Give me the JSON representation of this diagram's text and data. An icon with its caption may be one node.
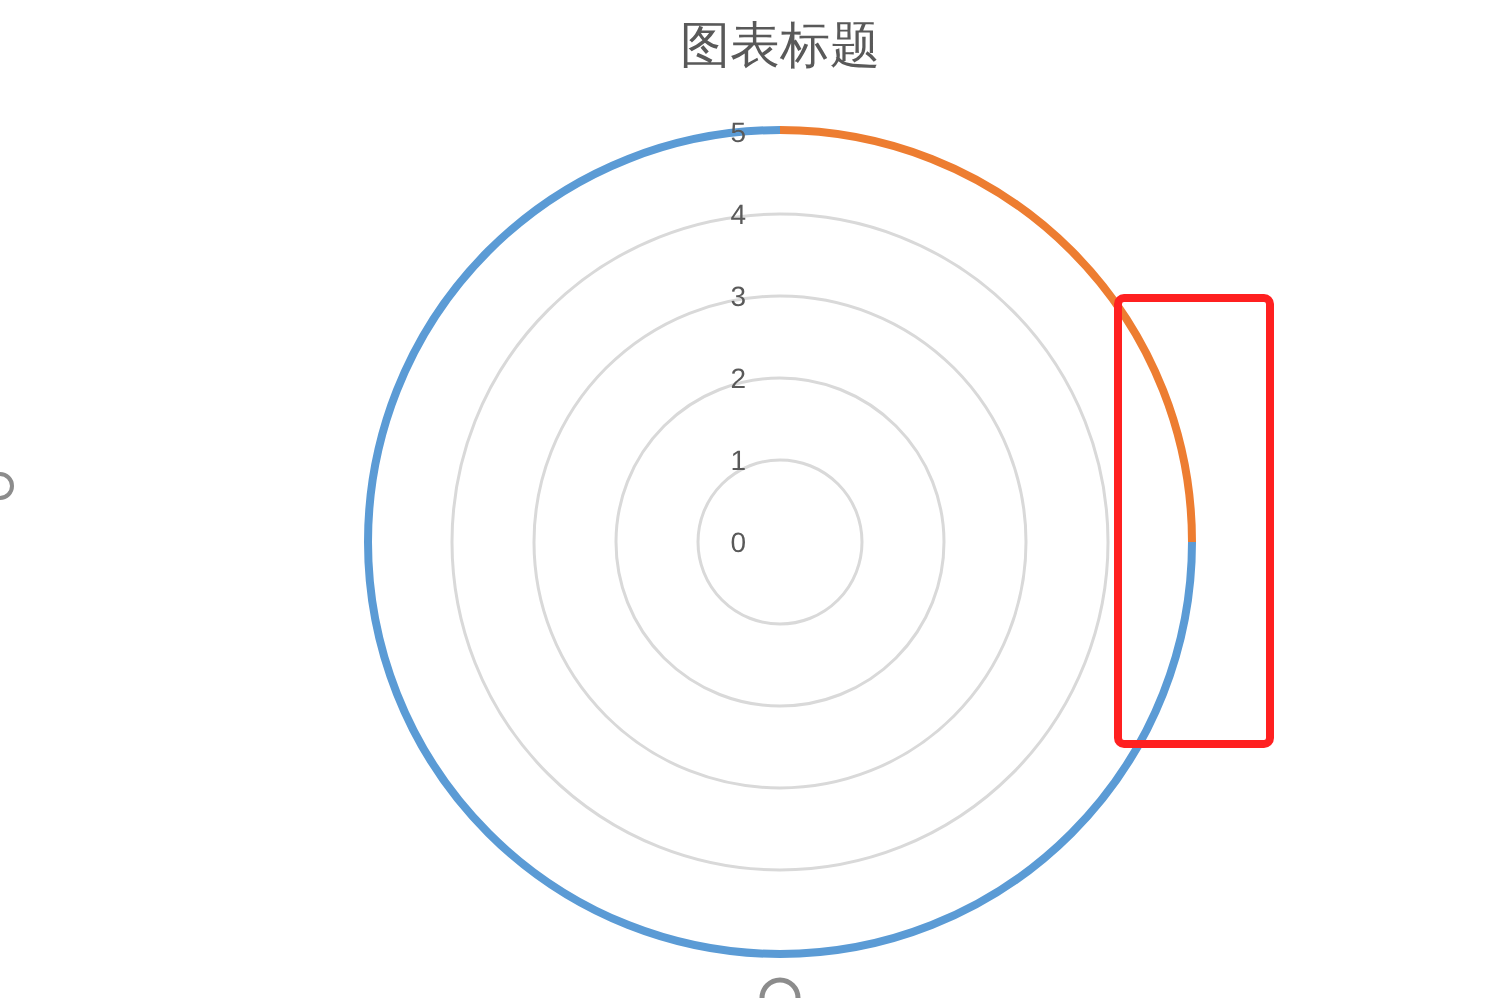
{
  "diagram": {
    "title": "图表标题",
    "labels": [
      "5",
      "4",
      "3",
      "2",
      "1",
      "0"
    ]
  }
}
